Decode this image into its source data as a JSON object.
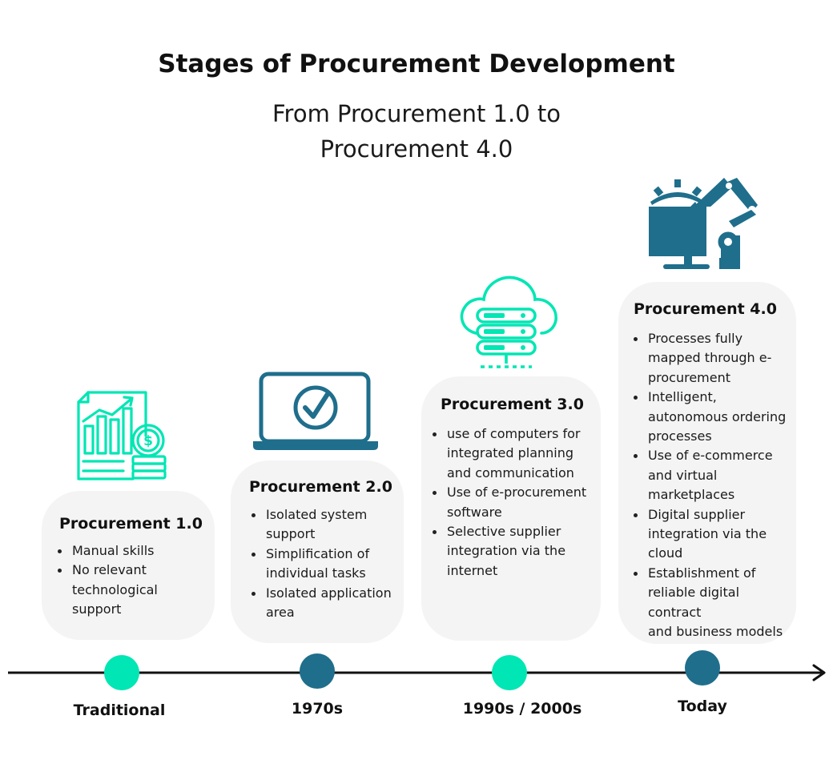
{
  "title": "Stages of Procurement Development",
  "subtitle": [
    "From Procurement 1.0 to",
    "Procurement 4.0"
  ],
  "colors": {
    "teal": "#00e6b4",
    "dark_teal": "#1f6e8c",
    "card_bg": "#f4f4f4",
    "axis": "#111111"
  },
  "stages": [
    {
      "title": "Procurement 1.0",
      "era": "Traditional",
      "dot_color": "#00e6b4",
      "icon": "financial-report-icon",
      "bullets": [
        [
          "Manual skills"
        ],
        [
          "No relevant",
          "technological",
          "support"
        ]
      ]
    },
    {
      "title": "Procurement 2.0",
      "era": "1970s",
      "dot_color": "#1f6e8c",
      "icon": "laptop-check-icon",
      "bullets": [
        [
          "Isolated system",
          "support"
        ],
        [
          "Simplification of",
          "individual tasks"
        ],
        [
          "Isolated application",
          "area"
        ]
      ]
    },
    {
      "title": "Procurement 3.0",
      "era": "1990s / 2000s",
      "dot_color": "#00e6b4",
      "icon": "cloud-server-icon",
      "bullets": [
        [
          "use of computers for",
          "integrated planning",
          "and communication"
        ],
        [
          "Use of e-procurement",
          "software"
        ],
        [
          "Selective supplier",
          "integration via the",
          "internet"
        ]
      ]
    },
    {
      "title": "Procurement 4.0",
      "era": "Today",
      "dot_color": "#1f6e8c",
      "icon": "robot-arm-monitor-icon",
      "bullets": [
        [
          "Processes fully",
          "mapped through e-",
          "procurement"
        ],
        [
          "Intelligent,",
          "autonomous ordering",
          "processes"
        ],
        [
          "Use of e-commerce",
          "and virtual",
          "marketplaces"
        ],
        [
          "Digital supplier",
          "integration via the",
          "cloud"
        ],
        [
          "Establishment of",
          "reliable digital contract",
          "and business models"
        ]
      ]
    }
  ]
}
